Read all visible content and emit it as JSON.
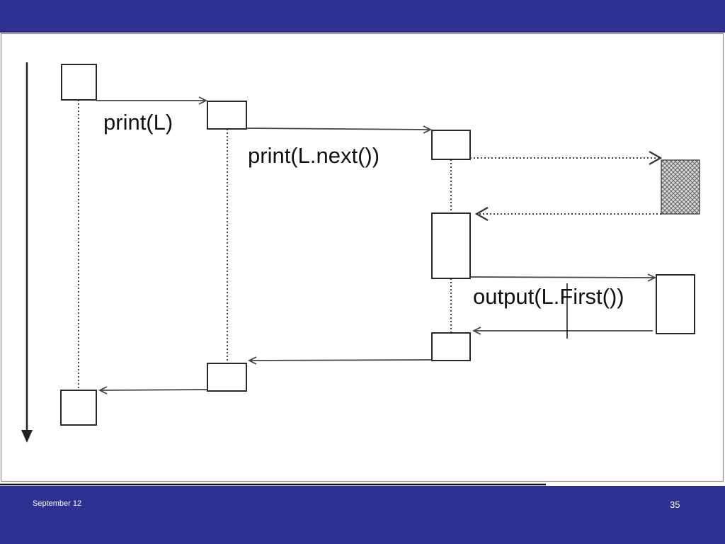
{
  "slide": {
    "footer_date": "September 12",
    "page_number": "35"
  },
  "diagram": {
    "messages": {
      "m1": "print(L)",
      "m2": "print(L.next())",
      "m3": "output(L.First())"
    }
  }
}
